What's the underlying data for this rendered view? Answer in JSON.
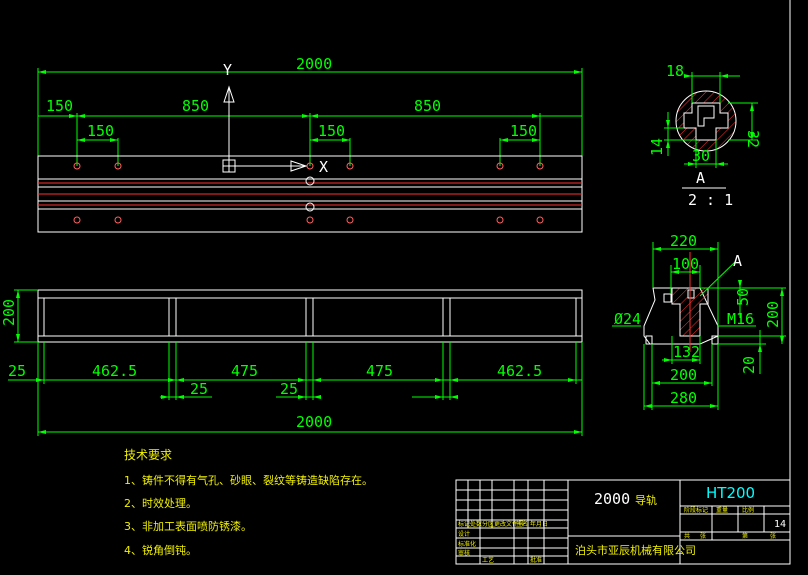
{
  "front_view": {
    "overall": "2000",
    "span_left": "850",
    "span_right": "850",
    "edge_left": "150",
    "hole_left": "150",
    "hole_mid": "150",
    "hole_right": "150",
    "axis_y": "Y",
    "axis_x": "X"
  },
  "bottom_view": {
    "height": "200",
    "seg1": "462.5",
    "seg2": "475",
    "seg3": "475",
    "seg4": "462.5",
    "edge": "25",
    "gap1": "25",
    "gap2": "25",
    "overall": "2000"
  },
  "detail_a": {
    "top_w": "18",
    "right_h": "32",
    "left_h": "14",
    "bottom_w": "30",
    "label": "A",
    "scale": "2 : 1"
  },
  "section_view": {
    "top_w": "220",
    "slot_w": "100",
    "callout": "A",
    "dim_50": "50",
    "hole_d": "Ø24",
    "thread": "M16",
    "height": "200",
    "web_w": "132",
    "base_inner": "200",
    "base_h": "20",
    "base_w": "280"
  },
  "notes": {
    "title": "技术要求",
    "items": [
      "1、铸件不得有气孔、砂眼、裂纹等铸造缺陷存在。",
      "2、时效处理。",
      "3、非加工表面喷防锈漆。",
      "4、锐角倒钝。"
    ]
  },
  "title_block": {
    "part_name": "2000",
    "part_suffix": "导轨",
    "material": "HT200",
    "company": "泊头市亚辰机械有限公司",
    "sheet": "14",
    "small_labels": [
      "标记",
      "处数",
      "分区",
      "更改文件号",
      "签名",
      "年月日",
      "设计",
      "标准化",
      "审核",
      "工艺",
      "批准",
      "阶段标记",
      "重量",
      "比例",
      "共",
      "张",
      "第",
      "张"
    ]
  },
  "colors": {
    "dimension": "#00ff00",
    "outline": "#ffffff",
    "centerline": "#ff3030",
    "notes": "#f0f000",
    "title_text": "#00ffff"
  }
}
